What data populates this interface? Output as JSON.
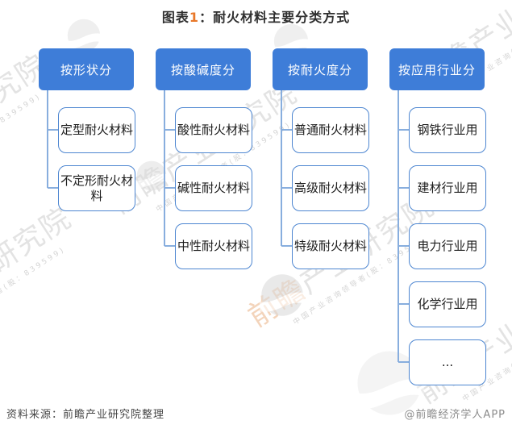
{
  "title": {
    "prefix": "图表",
    "number": "1",
    "suffix": "：耐火材料主要分类方式"
  },
  "columns": [
    {
      "header": "按形状分",
      "children": [
        "定型耐火材料",
        "不定形耐火材料"
      ]
    },
    {
      "header": "按酸碱度分",
      "children": [
        "酸性耐火材料",
        "碱性耐火材料",
        "中性耐火材料"
      ]
    },
    {
      "header": "按耐火度分",
      "children": [
        "普通耐火材料",
        "高级耐火材料",
        "特级耐火材料"
      ]
    },
    {
      "header": "按应用行业分",
      "children": [
        "钢铁行业用",
        "建材行业用",
        "电力行业用",
        "化学行业用",
        "..."
      ]
    }
  ],
  "footer": {
    "source": "资料来源：前瞻产业研究院整理",
    "credit": "@前瞻经济学人APP"
  },
  "watermark": {
    "brand": "前瞻",
    "rest": "产业研究院",
    "subtext": "中国产业咨询领导者(股：839599)"
  },
  "colors": {
    "header_bg": "#3e7dd8",
    "node_border": "#4d86d1",
    "connector": "#88aede",
    "title_number": "#e8782a"
  }
}
